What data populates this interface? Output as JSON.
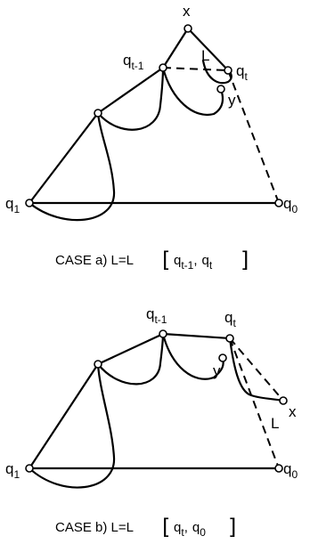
{
  "case_a": {
    "labels": {
      "x": "x",
      "q_prev": "q",
      "q_prev_sub": "t-1",
      "L": "L",
      "q_t": "q",
      "q_t_sub": "t",
      "y": "y",
      "q_1": "q",
      "q_1_sub": "1",
      "q_0": "q",
      "q_0_sub": "0"
    },
    "caption": {
      "prefix": "CASE  a)  L=L",
      "arg1": "q",
      "arg1_sub": "t-1",
      "sep": ",",
      "arg2": "q",
      "arg2_sub": "t"
    }
  },
  "case_b": {
    "labels": {
      "q_prev": "q",
      "q_prev_sub": "t-1",
      "q_t": "q",
      "q_t_sub": "t",
      "y": "y",
      "x": "x",
      "L": "L",
      "q_1": "q",
      "q_1_sub": "1",
      "q_0": "q",
      "q_0_sub": "0"
    },
    "caption": {
      "prefix": "CASE  b)  L=L",
      "arg1": "q",
      "arg1_sub": "t",
      "sep": ",",
      "arg2": "q",
      "arg2_sub": "0"
    }
  }
}
